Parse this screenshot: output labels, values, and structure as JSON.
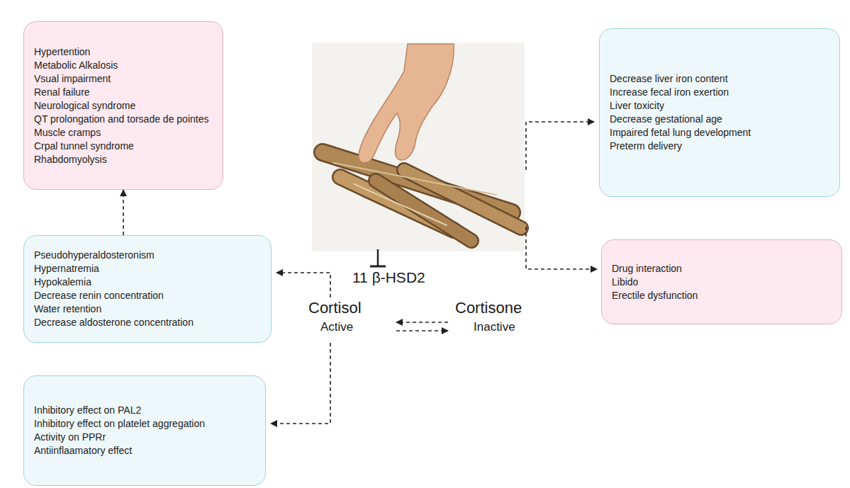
{
  "diagram": {
    "nodes": [
      {
        "text": [
          "Hypertention",
          "Metabolic Alkalosis",
          "Vsual impairment",
          "Renal failure",
          "Neurological syndrome",
          "QT prolongation and torsade de pointes",
          "Muscle cramps",
          "Crpal tunnel syndrome",
          "Rhabdomyolysis"
        ]
      },
      {
        "text": [
          "Pseudohyperaldosteronism",
          "Hypernatremia",
          "Hypokalemia",
          "Decrease renin concentration",
          "Water retention",
          "Decrease aldosterone concentration"
        ]
      },
      {
        "text": [
          "Inhibitory effect on PAL2",
          "Inhibitory effect on platelet aggregation",
          "Activity on PPRr",
          "Antiinflaamatory effect"
        ]
      },
      {
        "text": [
          "Decrease liver iron content",
          "Increase fecal iron exertion",
          "Liver toxicity",
          "Decrease gestational age",
          "Impaired fetal lung development",
          "Preterm delivery"
        ]
      },
      {
        "text": [
          "Drug interaction",
          "Libido",
          "Erectile dysfunction"
        ]
      }
    ],
    "edges": [
      {
        "from": 1,
        "to": 0,
        "arrow": "to"
      }
    ],
    "labels": [
      "11 β-HSD2",
      "Cortisol",
      "Active",
      "Cortisone",
      "Inactive"
    ]
  }
}
